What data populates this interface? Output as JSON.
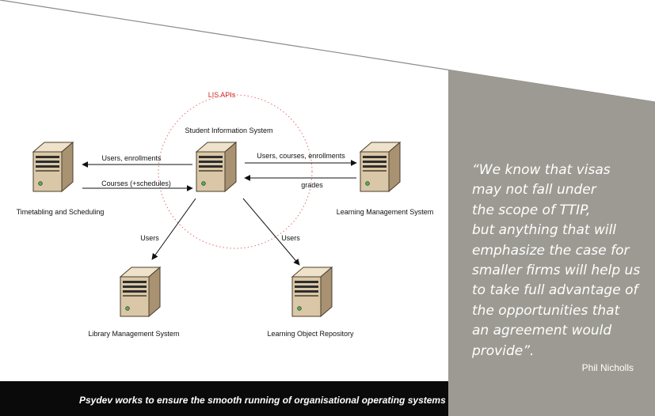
{
  "colors": {
    "panel": "#9c9a92",
    "bar": "#0a0a0a",
    "api_label": "#d42424",
    "server_body": "#d9c7a7"
  },
  "diagram": {
    "api_label": "LIS APIs",
    "nodes": {
      "sis": "Student Information System",
      "timetabling": "Timetabling and Scheduling",
      "lms": "Learning Management System",
      "library": "Library Management System",
      "lor": "Learning Object Repository"
    },
    "edges": {
      "users_enrollments": "Users, enrollments",
      "courses_schedules": "Courses (+schedules)",
      "users_courses_enrollments": "Users, courses, enrollments",
      "grades": "grades",
      "users_library": "Users",
      "users_lor": "Users"
    },
    "server_icon": "server-tower-icon"
  },
  "quote": {
    "text": "“We know that visas\nmay not fall under\nthe scope of TTIP,\nbut anything that will\nemphasize the case for\nsmaller firms will help us\nto take full advantage of\nthe opportunities that\nan agreement would\nprovide”.",
    "author": "Phil Nicholls"
  },
  "caption": "Psydev works to ensure the smooth running of organisational operating systems"
}
